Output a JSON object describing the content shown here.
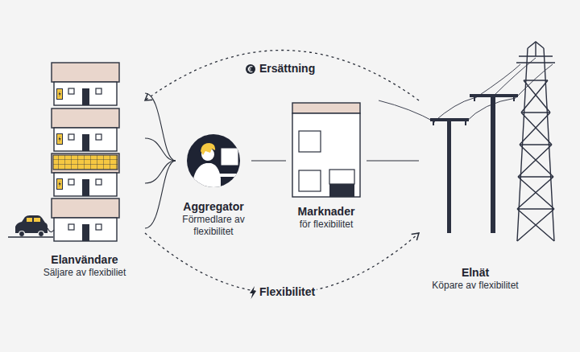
{
  "diagram": {
    "nodes": [
      {
        "text": [
          "Elanvändare",
          "Säljare av flexibiliet"
        ]
      },
      {
        "text": [
          "Aggregator",
          "Förmedlare av flexibilitet"
        ]
      },
      {
        "text": [
          "Marknader",
          "för flexibilitet"
        ]
      },
      {
        "text": [
          "Elnät",
          "Köpare av flexibilitet"
        ]
      }
    ],
    "edges": [
      {
        "from": 0,
        "to": 1,
        "arrow": "none"
      },
      {
        "from": 1,
        "to": 2,
        "arrow": "none"
      },
      {
        "from": 2,
        "to": 3,
        "arrow": "none"
      },
      {
        "from": 3,
        "to": 0,
        "label": "Ersättning",
        "arrow": "to"
      },
      {
        "from": 0,
        "to": 3,
        "label": "Flexibilitet",
        "arrow": "to"
      }
    ]
  }
}
